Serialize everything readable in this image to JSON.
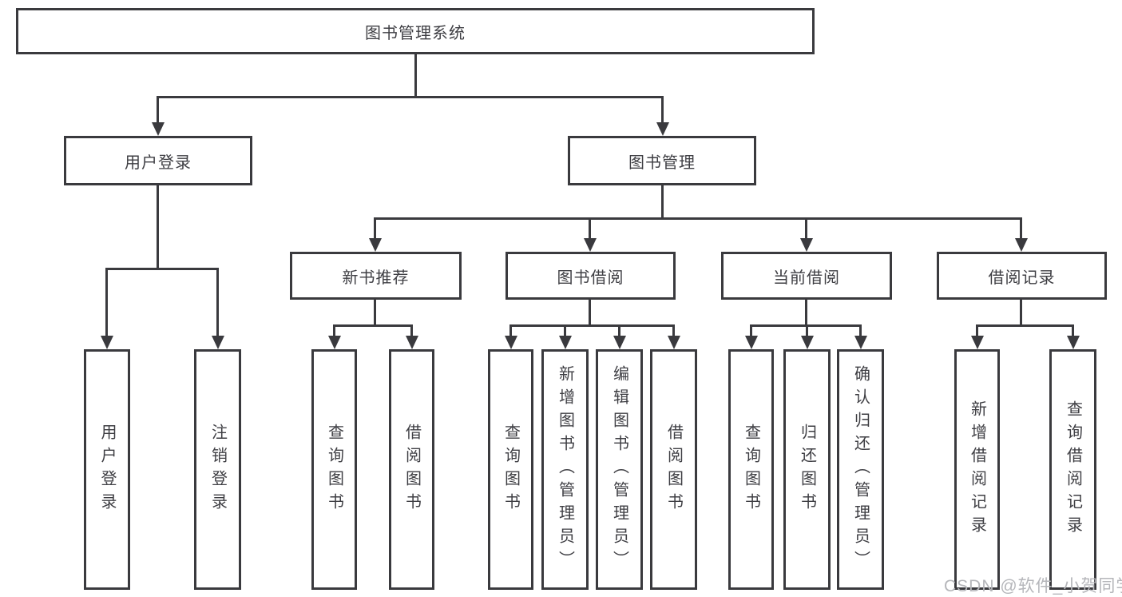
{
  "diagram": {
    "root": {
      "label": "图书管理系统"
    },
    "level2": [
      {
        "label": "用户登录"
      },
      {
        "label": "图书管理"
      }
    ],
    "level3": [
      {
        "label": "新书推荐"
      },
      {
        "label": "图书借阅"
      },
      {
        "label": "当前借阅"
      },
      {
        "label": "借阅记录"
      }
    ],
    "leaves": {
      "user_login": [
        {
          "label": "用户登录"
        },
        {
          "label": "注销登录"
        }
      ],
      "new_books": [
        {
          "label": "查询图书"
        },
        {
          "label": "借阅图书"
        }
      ],
      "book_borrow": [
        {
          "label": "查询图书"
        },
        {
          "label": "新增图书（管理员）"
        },
        {
          "label": "编辑图书（管理员）"
        },
        {
          "label": "借阅图书"
        }
      ],
      "current_borrow": [
        {
          "label": "查询图书"
        },
        {
          "label": "归还图书"
        },
        {
          "label": "确认归还（管理员）"
        }
      ],
      "borrow_records": [
        {
          "label": "新增借阅记录"
        },
        {
          "label": "查询借阅记录"
        }
      ]
    }
  },
  "colors": {
    "line": "#3a3a3e",
    "text": "#3e3e43",
    "watermark_text": "#b5b6ba"
  },
  "watermark": {
    "text": "CSDN @软件_小贺同学"
  }
}
